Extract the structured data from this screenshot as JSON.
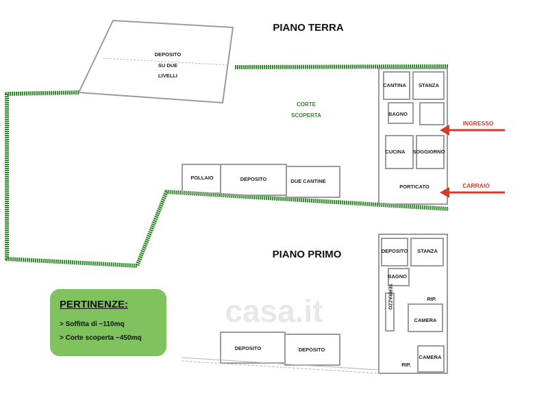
{
  "titles": {
    "ground": "PIANO TERRA",
    "first": "PIANO PRIMO"
  },
  "ground_rooms": {
    "deposito": "DEPOSITO",
    "su_due": "SU DUE",
    "livelli": "LIVELLI",
    "cantina": "CANTINA",
    "stanza": "STANZA",
    "bagno": "BAGNO",
    "cucina": "CUCINA",
    "soggiorno": "SOGGIORNO",
    "porticato": "PORTICATO",
    "pollaio": "POLLAIO",
    "deposito2": "DEPOSITO",
    "due_cantine": "DUE CANTINE"
  },
  "corte": {
    "line1": "CORTE",
    "line2": "SCOPERTA"
  },
  "arrows": {
    "ingresso": "INGRESSO",
    "carraio": "CARRAIO"
  },
  "first_rooms": {
    "deposito": "DEPOSITO",
    "stanza": "STANZA",
    "bagno": "BAGNO",
    "terrazzo": "TERRAZZO",
    "rip1": "RIP.",
    "camera1": "CAMERA",
    "camera2": "CAMERA",
    "rip2": "RIP.",
    "deposito_a": "DEPOSITO",
    "deposito_b": "DEPOSITO"
  },
  "pertinenze": {
    "heading": "PERTINENZE:",
    "items": [
      "> Soffitta di ~110mq",
      "> Corte scoperta ~450mq"
    ]
  },
  "watermark": "casa.it",
  "colors": {
    "hedge": "#2f8a2a",
    "arrow": "#d63a2a",
    "box": "#80c25e"
  }
}
